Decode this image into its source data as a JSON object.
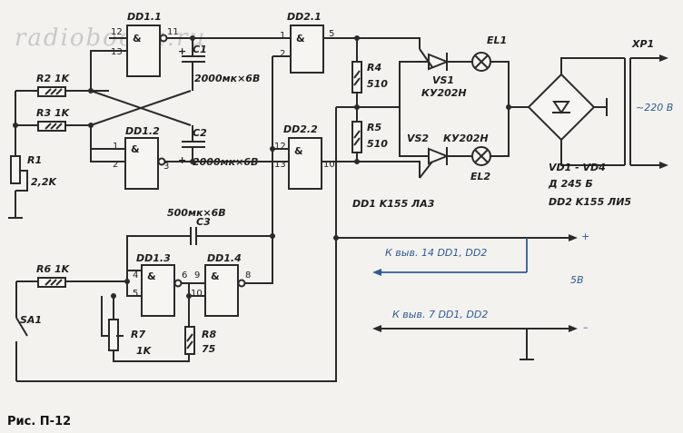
{
  "watermark": "radiobooka.ru",
  "figure_caption": "Рис. П-12",
  "gates": {
    "dd11": {
      "name": "DD1.1",
      "sym": "&",
      "pins": [
        "12",
        "13",
        "11"
      ]
    },
    "dd12": {
      "name": "DD1.2",
      "sym": "&",
      "pins": [
        "1",
        "2",
        "3"
      ]
    },
    "dd21": {
      "name": "DD2.1",
      "sym": "&",
      "pins": [
        "1",
        "2",
        "5"
      ]
    },
    "dd22": {
      "name": "DD2.2",
      "sym": "&",
      "pins": [
        "12",
        "13",
        "10"
      ]
    },
    "dd13": {
      "name": "DD1.3",
      "sym": "&",
      "pins": [
        "4",
        "5",
        "6"
      ]
    },
    "dd14": {
      "name": "DD1.4",
      "sym": "&",
      "pins": [
        "9",
        "10",
        "8"
      ]
    }
  },
  "components": {
    "r2": "R2 1K",
    "r3": "R3 1K",
    "r1": "R1",
    "r1_val": "2,2K",
    "c1": "C1",
    "c1_val": "2000мк×6В",
    "c2": "C2",
    "c2_val": "2000мк×6В",
    "c3": "C3",
    "c3_val": "500мк×6В",
    "r4": "R4",
    "r4_val": "510",
    "r5": "R5",
    "r5_val": "510",
    "vs1": "VS1",
    "vs1_type": "КУ202Н",
    "vs2": "VS2",
    "vs2_type": "КУ202Н",
    "el1": "EL1",
    "el2": "EL2",
    "r6": "R6 1K",
    "sa1": "SA1",
    "r7": "R7",
    "r7_val": "1K",
    "r8": "R8",
    "r8_val": "75",
    "xp1": "XP1",
    "mains": "~220 В",
    "plus": "+",
    "minus": "–"
  },
  "notes": {
    "dd1_type": "DD1 K155 ЛА3",
    "vd_range": "VD1 - VD4",
    "vd_type": "Д 245 Б",
    "dd2_type": "DD2 K155 ЛИ5",
    "pin14": "К выв. 14 DD1, DD2",
    "pin7": "К выв. 7 DD1, DD2",
    "voltage": "5В"
  }
}
